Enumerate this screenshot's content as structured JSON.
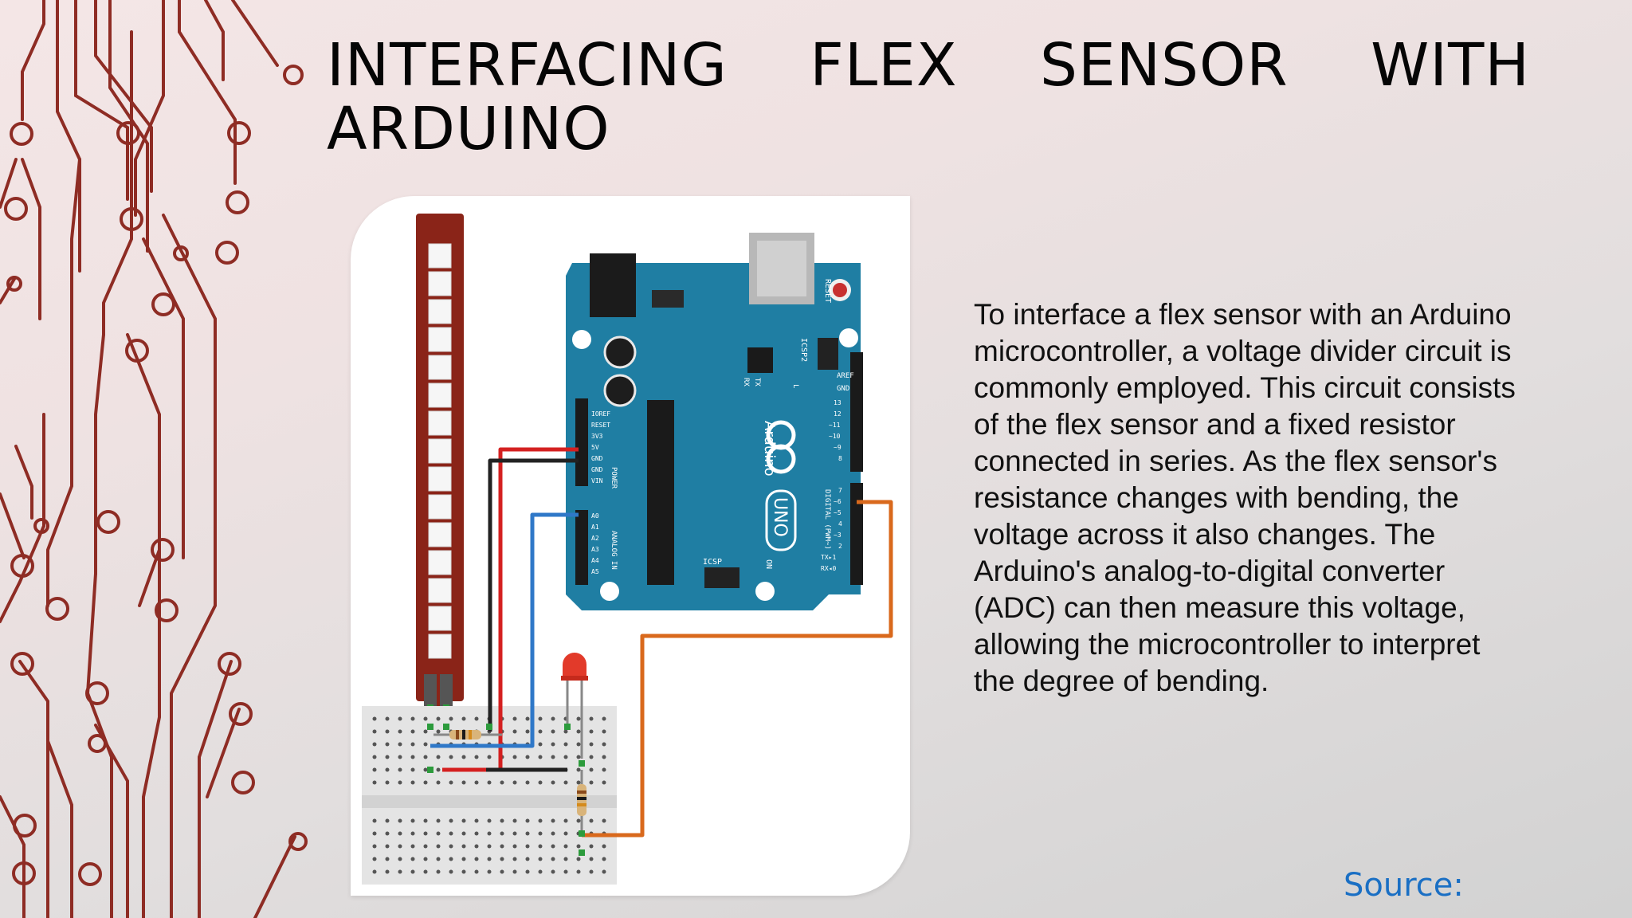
{
  "slide": {
    "title_words_line1": [
      "INTERFACING",
      "FLEX",
      "SENSOR",
      "WITH"
    ],
    "title_line2": "ARDUINO",
    "body": "To interface a flex sensor with an Arduino microcontroller, a voltage divider circuit is commonly employed. This circuit consists of the flex sensor and a fixed resistor connected in series. As the flex sensor's resistance changes with bending, the voltage across it also changes. The Arduino's analog-to-digital converter (ADC) can then measure this voltage, allowing the microcontroller to interpret the degree of bending.",
    "source_label": "Source:"
  },
  "figure": {
    "board_labels": {
      "reset": "RESET",
      "icsp2": "ICSP2",
      "aref": "AREF",
      "gnd": "GND",
      "tx": "TX",
      "rx": "RX",
      "l": "L",
      "brand": "Arduino",
      "model": "UNO",
      "on": "ON",
      "icsp": "ICSP",
      "digital": "DIGITAL (PWM~)",
      "power": "POWER",
      "analog": "ANALOG IN",
      "power_pins": [
        "IOREF",
        "RESET",
        "3V3",
        "5V",
        "GND",
        "GND",
        "VIN"
      ],
      "analog_pins": [
        "A0",
        "A1",
        "A2",
        "A3",
        "A4",
        "A5"
      ],
      "top_pins": [
        "13",
        "12",
        "~11",
        "~10",
        "~9",
        "8"
      ],
      "bottom_pins": [
        "7",
        "~6",
        "~5",
        "4",
        "~3",
        "2",
        "TX▸1",
        "RX◂0"
      ]
    }
  },
  "colors": {
    "circuit": "#8e2c24",
    "board": "#1f7ea3",
    "wire_red": "#d42020",
    "wire_black": "#222222",
    "wire_blue": "#2f78c8",
    "wire_orange": "#d9691c",
    "source_link": "#1a6fc4"
  }
}
